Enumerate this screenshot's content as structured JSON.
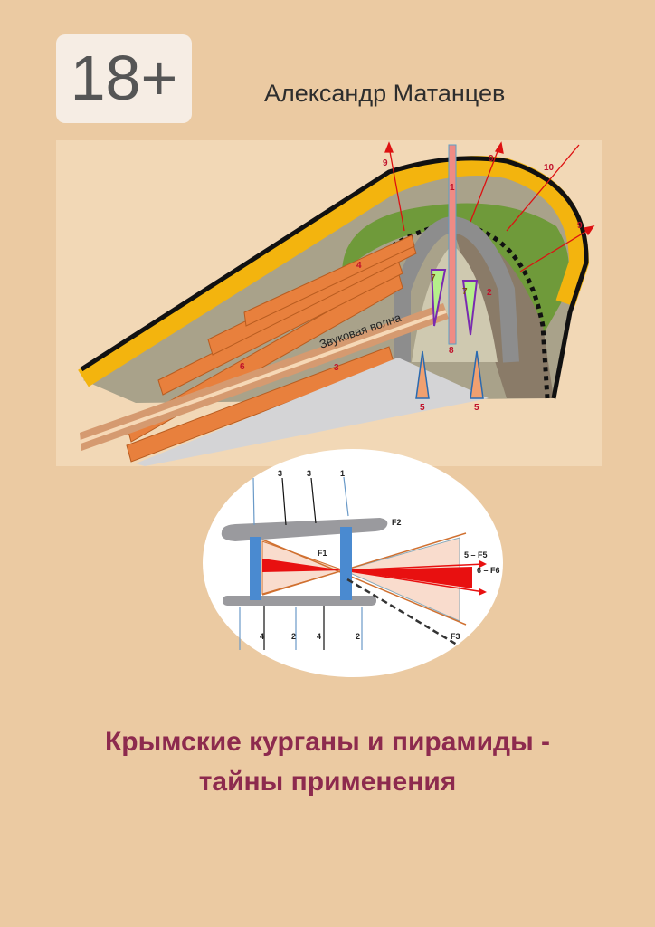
{
  "age_rating": "18+",
  "author": "Александр Матанцев",
  "title_line1": "Крымские курганы и пирамиды -",
  "title_line2": "тайны применения",
  "illustration_top": {
    "board_label": "Звуковая волна",
    "labels": [
      "1",
      "2",
      "3",
      "4",
      "5",
      "5",
      "6",
      "7",
      "7",
      "8",
      "9",
      "9",
      "9",
      "10"
    ]
  },
  "illustration_diagram": {
    "labels": [
      "3",
      "3",
      "1",
      "F2",
      "F1",
      "5 – F5",
      "6 – F6",
      "F3",
      "4",
      "2",
      "4",
      "2"
    ]
  },
  "colors": {
    "background": "#ebcaa2",
    "title": "#8d2a4e",
    "accent_red": "#e01010"
  }
}
